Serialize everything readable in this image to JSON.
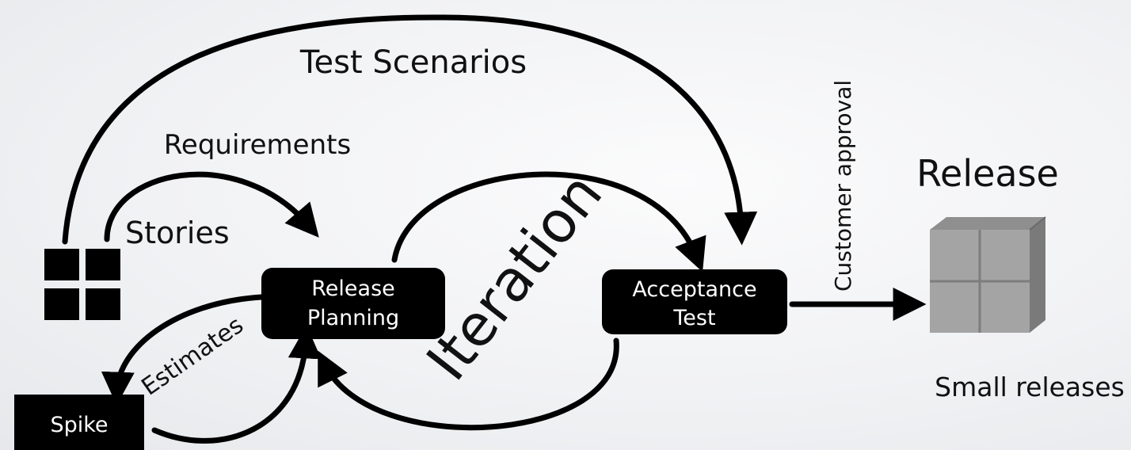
{
  "labels": {
    "test_scenarios": "Test Scenarios",
    "requirements": "Requirements",
    "stories": "Stories",
    "estimates": "Estimates",
    "iteration": "Iteration",
    "customer_approval": "Customer approval",
    "release": "Release",
    "small_releases": "Small releases"
  },
  "boxes": {
    "release_planning": [
      "Release",
      "Planning"
    ],
    "acceptance_test": [
      "Acceptance",
      "Test"
    ],
    "spike": "Spike"
  }
}
